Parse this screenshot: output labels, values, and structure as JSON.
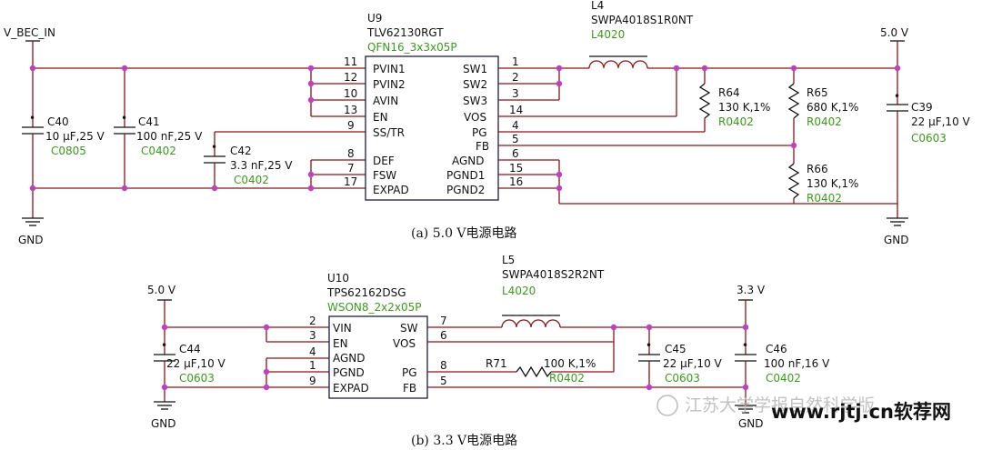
{
  "circuit_a": {
    "caption": "(a) 5.0 V电源电路",
    "input_net": "V_BEC_IN",
    "output_net": "5.0 V",
    "gnd_left": "GND",
    "gnd_right": "GND",
    "ic": {
      "ref": "U9",
      "part": "TLV62130RGT",
      "package": "QFN16_3x3x05P",
      "left_pins": [
        {
          "num": "11",
          "name": "PVIN1"
        },
        {
          "num": "12",
          "name": "PVIN2"
        },
        {
          "num": "10",
          "name": "AVIN"
        },
        {
          "num": "13",
          "name": "EN"
        },
        {
          "num": "9",
          "name": "SS/TR"
        },
        {
          "num": "8",
          "name": "DEF"
        },
        {
          "num": "7",
          "name": "FSW"
        },
        {
          "num": "17",
          "name": "EXPAD"
        }
      ],
      "right_pins": [
        {
          "num": "1",
          "name": "SW1"
        },
        {
          "num": "2",
          "name": "SW2"
        },
        {
          "num": "3",
          "name": "SW3"
        },
        {
          "num": "14",
          "name": "VOS"
        },
        {
          "num": "4",
          "name": "PG"
        },
        {
          "num": "5",
          "name": "FB"
        },
        {
          "num": "6",
          "name": "AGND"
        },
        {
          "num": "15",
          "name": "PGND1"
        },
        {
          "num": "16",
          "name": "PGND2"
        }
      ]
    },
    "inductor": {
      "ref": "L4",
      "part": "SWPA4018S1R0NT",
      "package": "L4020"
    },
    "c40": {
      "ref": "C40",
      "value": "10 μF,25 V",
      "package": "C0805"
    },
    "c41": {
      "ref": "C41",
      "value": "100 nF,25 V",
      "package": "C0402"
    },
    "c42": {
      "ref": "C42",
      "value": "3.3 nF,25 V",
      "package": "C0402"
    },
    "c39": {
      "ref": "C39",
      "value": "22 μF,10 V",
      "package": "C0603"
    },
    "r64": {
      "ref": "R64",
      "value": "130 K,1%",
      "package": "R0402"
    },
    "r65": {
      "ref": "R65",
      "value": "680 K,1%",
      "package": "R0402"
    },
    "r66": {
      "ref": "R66",
      "value": "130 K,1%",
      "package": "R0402"
    }
  },
  "circuit_b": {
    "caption": "(b) 3.3 V电源电路",
    "input_net": "5.0 V",
    "output_net": "3.3 V",
    "gnd_left": "GND",
    "gnd_right": "GND",
    "ic": {
      "ref": "U10",
      "part": "TPS62162DSG",
      "package": "WSON8_2x2x05P",
      "left_pins": [
        {
          "num": "2",
          "name": "VIN"
        },
        {
          "num": "3",
          "name": "EN"
        },
        {
          "num": "4",
          "name": "AGND"
        },
        {
          "num": "1",
          "name": "PGND"
        },
        {
          "num": "9",
          "name": "EXPAD"
        }
      ],
      "right_pins": [
        {
          "num": "7",
          "name": "SW"
        },
        {
          "num": "6",
          "name": "VOS"
        },
        {
          "num": "8",
          "name": "PG"
        },
        {
          "num": "5",
          "name": "FB"
        }
      ]
    },
    "inductor": {
      "ref": "L5",
      "part": "SWPA4018S2R2NT",
      "package": "L4020"
    },
    "c44": {
      "ref": "C44",
      "value": "22 μF,10 V",
      "package": "C0603"
    },
    "c45": {
      "ref": "C45",
      "value": "22 μF,10 V",
      "package": "C0603"
    },
    "c46": {
      "ref": "C46",
      "value": "100 nF,16 V",
      "package": "C0402"
    },
    "r71": {
      "ref": "R71",
      "value": "100 K,1%",
      "package": "R0402"
    }
  },
  "watermark": {
    "text": "江苏大学学报自然科学版",
    "brand": "www.rjtj.cn软荐网"
  },
  "colors": {
    "wire": "#8a1414",
    "junction": "#c040c0",
    "package_label": "#3a9a1a"
  }
}
